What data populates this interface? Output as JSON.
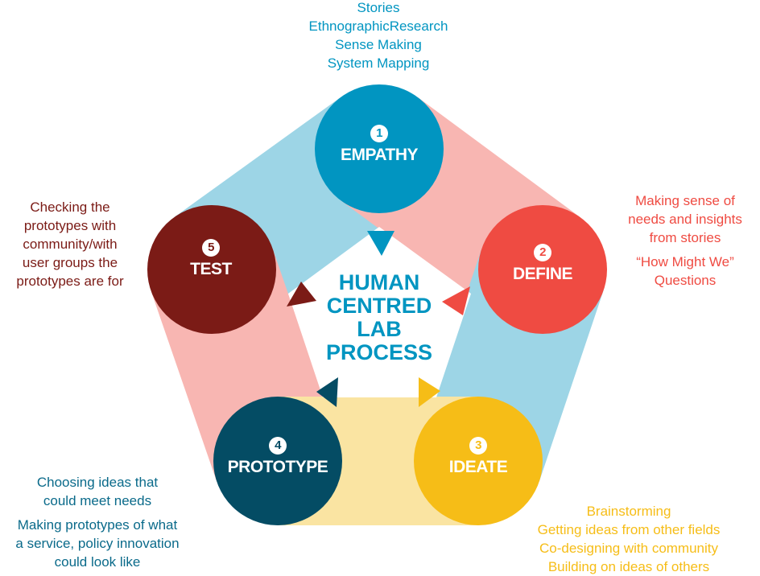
{
  "title": [
    "HUMAN",
    "CENTRED",
    "LAB",
    "PROCESS"
  ],
  "stages": [
    {
      "num": "1",
      "name": "EMPATHY",
      "color": "#0195c1",
      "notes": [
        "Stories",
        "EthnographicResearch",
        "Sense Making",
        "System Mapping"
      ]
    },
    {
      "num": "2",
      "name": "DEFINE",
      "color": "#ef4b42",
      "notes": [
        "Making sense of",
        "needs and insights",
        "from stories",
        "“How Might We”",
        "Questions"
      ]
    },
    {
      "num": "3",
      "name": "IDEATE",
      "color": "#f6bd17",
      "notes": [
        "Brainstorming",
        "Getting ideas from other fields",
        "Co-designing with community",
        "Building on ideas of others"
      ]
    },
    {
      "num": "4",
      "name": "PROTOTYPE",
      "color": "#044c64",
      "notes": [
        "Choosing ideas that",
        "could meet needs",
        "Making prototypes of what",
        "a service, policy innovation",
        "could look like"
      ]
    },
    {
      "num": "5",
      "name": "TEST",
      "color": "#7b1b16",
      "notes": [
        "Checking the",
        "prototypes with",
        "community/with",
        "user groups the",
        "prototypes are for"
      ]
    }
  ],
  "band_colors": {
    "blue": "#9dd5e6",
    "pink": "#f8b6b2",
    "yellow": "#fae4a2"
  }
}
